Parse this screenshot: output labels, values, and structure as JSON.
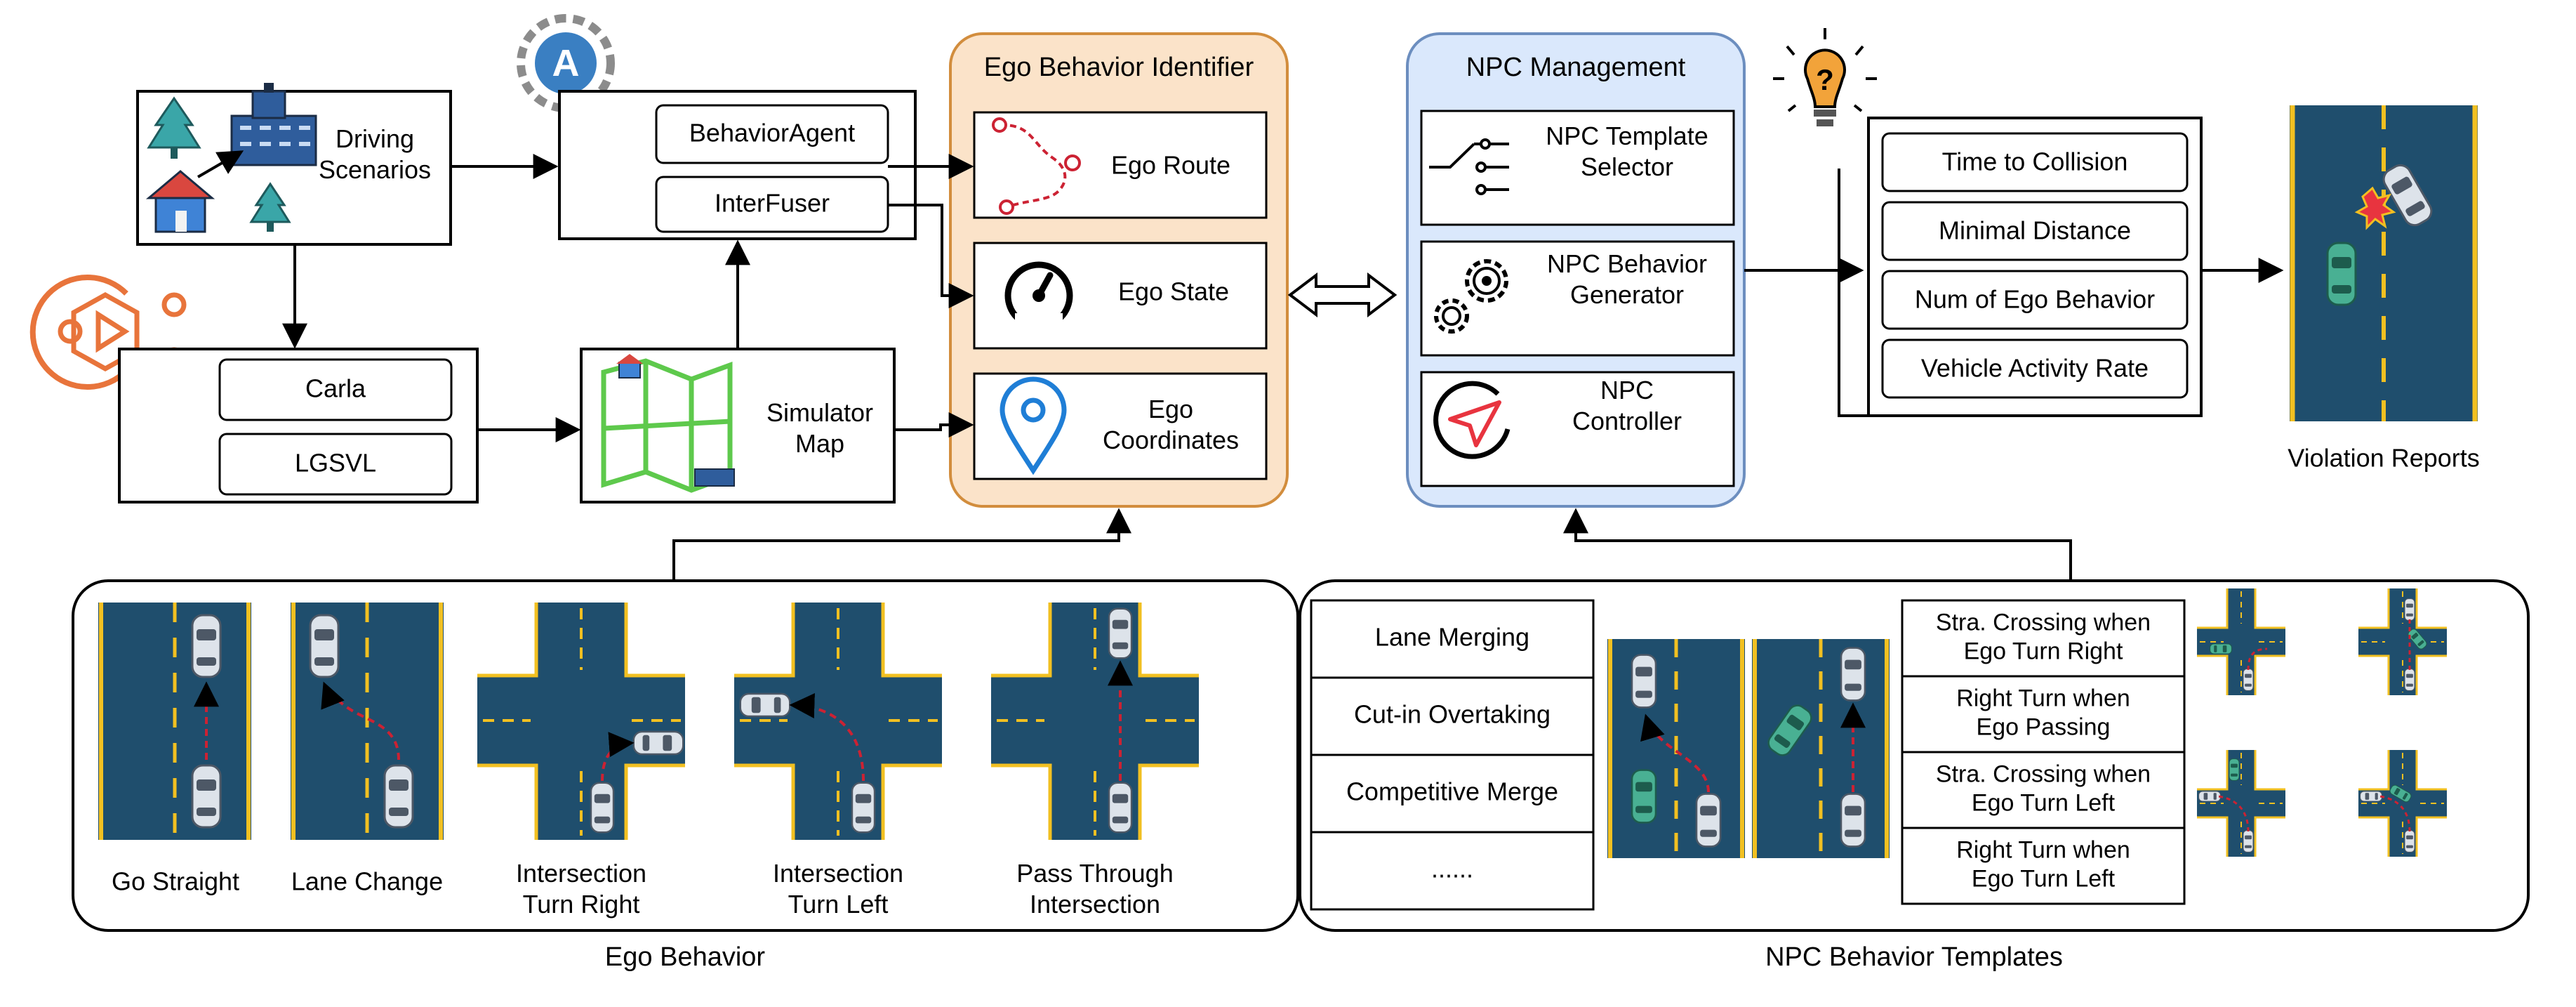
{
  "inputs": {
    "driving_scenarios": "Driving\nScenarios",
    "agents": [
      "BehaviorAgent",
      "InterFuser"
    ],
    "simulators": [
      "Carla",
      "LGSVL"
    ],
    "simulator_map": "Simulator\nMap"
  },
  "ego_identifier": {
    "title": "Ego Behavior Identifier",
    "items": [
      "Ego Route",
      "Ego State",
      "Ego\nCoordinates"
    ]
  },
  "npc_management": {
    "title": "NPC Management",
    "items": [
      "NPC Template\nSelector",
      "NPC Behavior\nGenerator",
      "NPC\nController"
    ]
  },
  "metrics": [
    "Time to Collision",
    "Minimal Distance",
    "Num of Ego Behavior",
    "Vehicle Activity Rate"
  ],
  "violation_reports": "Violation Reports",
  "ego_behavior": {
    "title": "Ego Behavior",
    "items": [
      "Go Straight",
      "Lane Change",
      "Intersection\nTurn Right",
      "Intersection\nTurn Left",
      "Pass Through\nIntersection"
    ]
  },
  "npc_templates": {
    "title": "NPC Behavior Templates",
    "list": [
      "Lane Merging",
      "Cut-in Overtaking",
      "Competitive Merge",
      "......"
    ],
    "crossing": [
      "Stra. Crossing when\nEgo Turn Right",
      "Right Turn when\nEgo Passing",
      "Stra. Crossing when\nEgo Turn Left",
      "Right Turn when\nEgo Turn Left"
    ]
  },
  "icons": [
    "trees-icon",
    "factory-icon",
    "house-icon",
    "agent-cycle-icon",
    "simulator-play-icon",
    "map-icon",
    "route-icon",
    "speedometer-icon",
    "location-pin-icon",
    "switch-selector-icon",
    "gears-icon",
    "navigation-arrow-icon",
    "lightbulb-icon",
    "car-icon",
    "collision-icon"
  ],
  "colors": {
    "ego_fill": "#fbe3c9",
    "ego_stroke": "#d28d3d",
    "npc_fill": "#dae8fc",
    "npc_stroke": "#6c8ebf",
    "road": "#1f4e6d",
    "lane_yellow": "#f2c021",
    "route_red": "#cc2233",
    "sim_orange": "#e8743b",
    "ego_car": "#dde3ea",
    "npc_car": "#49b093"
  }
}
